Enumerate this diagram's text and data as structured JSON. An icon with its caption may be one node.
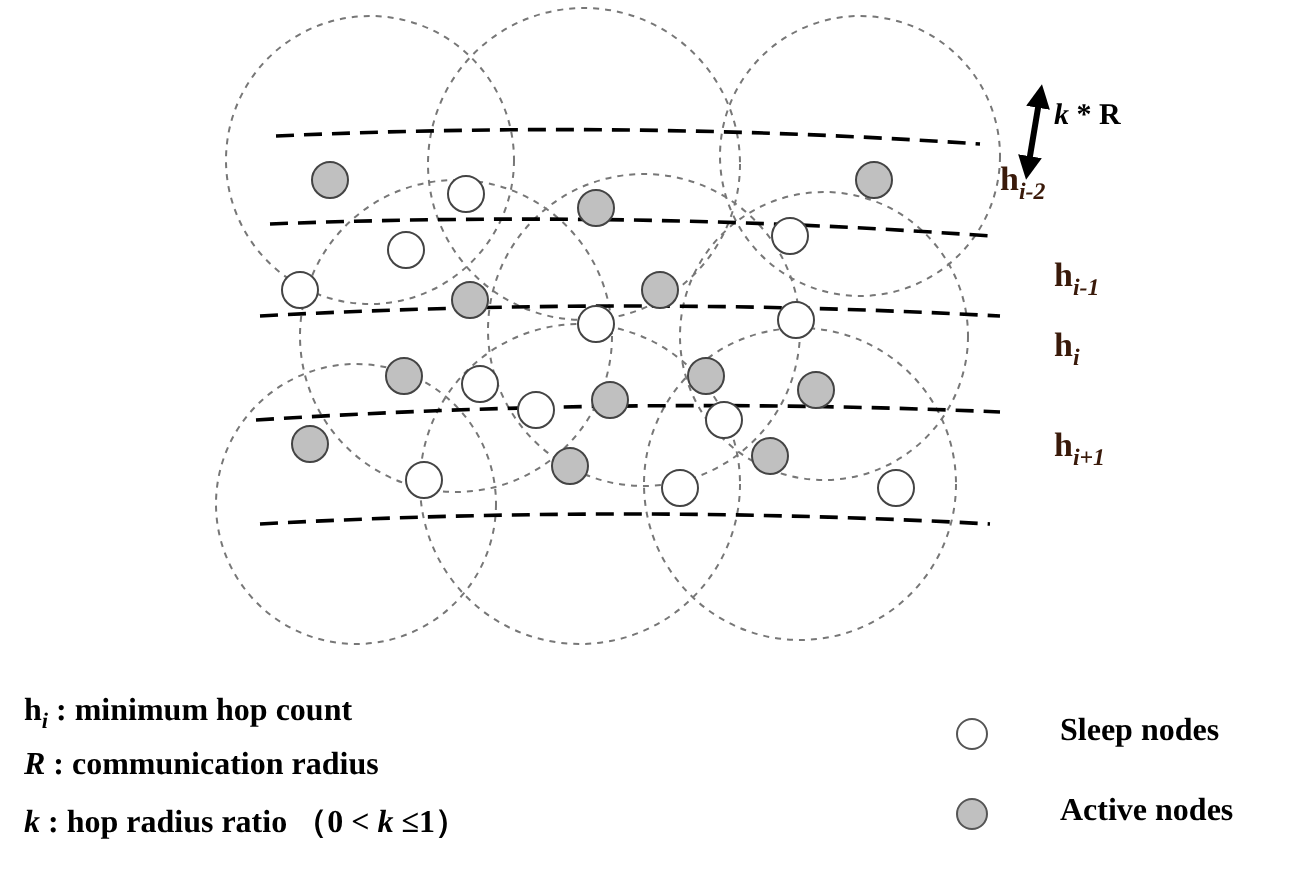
{
  "diagram": {
    "labels": [
      "*k* * R",
      "h$_{i-2}$",
      "h$_{i-1}$",
      "h$_{i}$",
      "h$_{i+1}$",
      "h$_{i}$ : minimum hop count",
      "*R* : communication radius",
      "*k* : hop radius ratio （0 < *k* ≤1）"
    ],
    "legend": [
      {
        "text": "Sleep nodes",
        "color": "#ffffff"
      },
      {
        "text": "Active nodes",
        "color": "#c0c0c0"
      }
    ]
  }
}
